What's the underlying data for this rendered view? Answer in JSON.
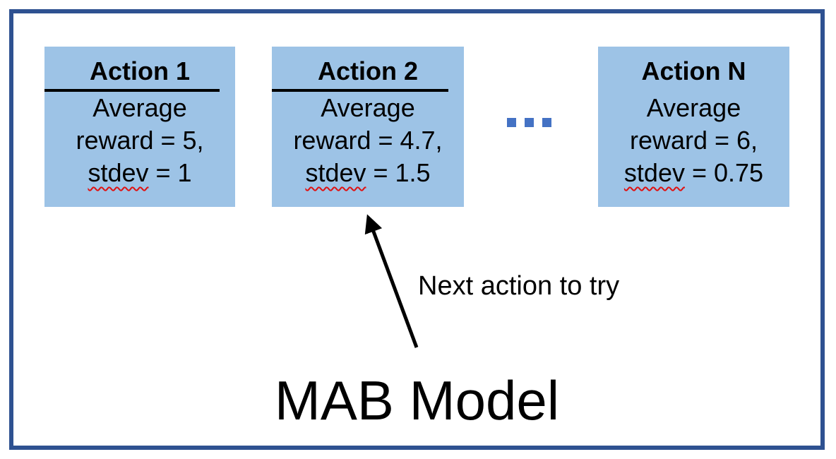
{
  "slide": {
    "title": "MAB Model",
    "arrow_label": "Next action to try",
    "ellipsis": "...",
    "action_boxes": [
      {
        "title": "Action 1",
        "body_line_1": "Average",
        "body_line_2": "reward = 5,",
        "stdev_word": "stdev",
        "stdev_rest": " = 1"
      },
      {
        "title": "Action 2",
        "body_line_1": "Average",
        "body_line_2": "reward = 4.7,",
        "stdev_word": "stdev",
        "stdev_rest": " = 1.5"
      },
      {
        "title": "Action N",
        "body_line_1": "Average",
        "body_line_2": "reward = 6,",
        "stdev_word": "stdev",
        "stdev_rest": " = 0.75"
      }
    ],
    "colors": {
      "box_fill": "#9DC3E6",
      "frame_border": "#2E5191",
      "ellipsis_dots": "#4472C4",
      "text": "#000000",
      "spellcheck_squiggle": "#E01010"
    }
  }
}
